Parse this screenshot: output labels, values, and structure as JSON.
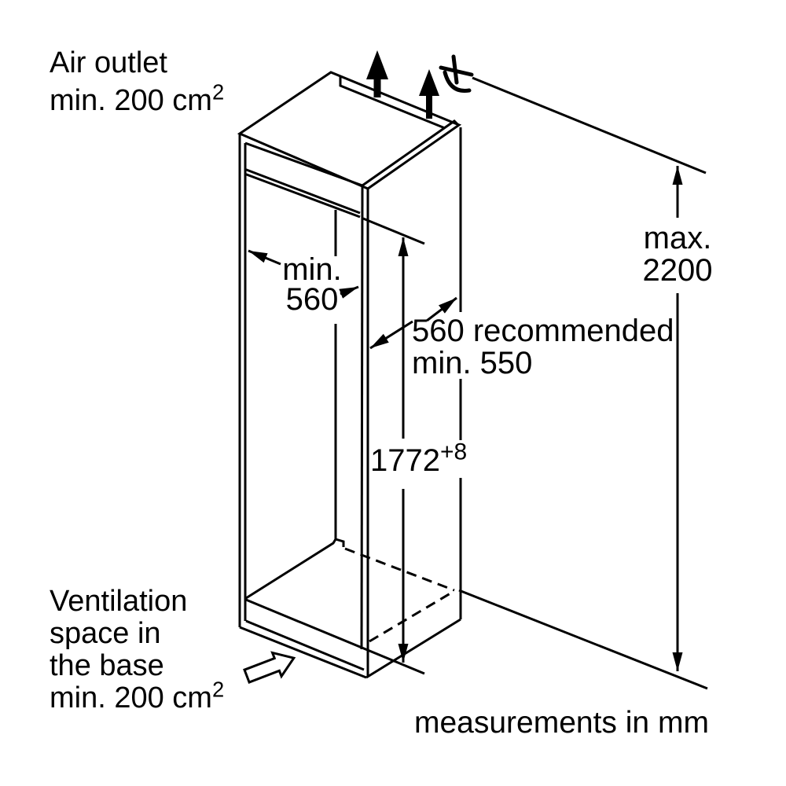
{
  "labels": {
    "air_outlet_line1": "Air outlet",
    "air_outlet_line2": "min. 200 cm",
    "air_outlet_sup": "2",
    "ventilation_line1": "Ventilation",
    "ventilation_line2": "space in",
    "ventilation_line3": "the base",
    "ventilation_line4": "min. 200 cm",
    "ventilation_sup": "2",
    "footer": "measurements in mm"
  },
  "dimensions": {
    "max_height_line1": "max.",
    "max_height_line2": "2200",
    "niche_width_line1": "min.",
    "niche_width_line2": "560",
    "depth_line1": "560 recommended",
    "depth_line2": "min. 550",
    "niche_height_value": "1772",
    "niche_height_tolerance": "+8"
  },
  "icons": {
    "airflow_top": "up-arrow",
    "power_cable": "cable-squiggle",
    "base_airflow": "block-arrow"
  },
  "colors": {
    "line": "#000000",
    "background": "#ffffff"
  }
}
